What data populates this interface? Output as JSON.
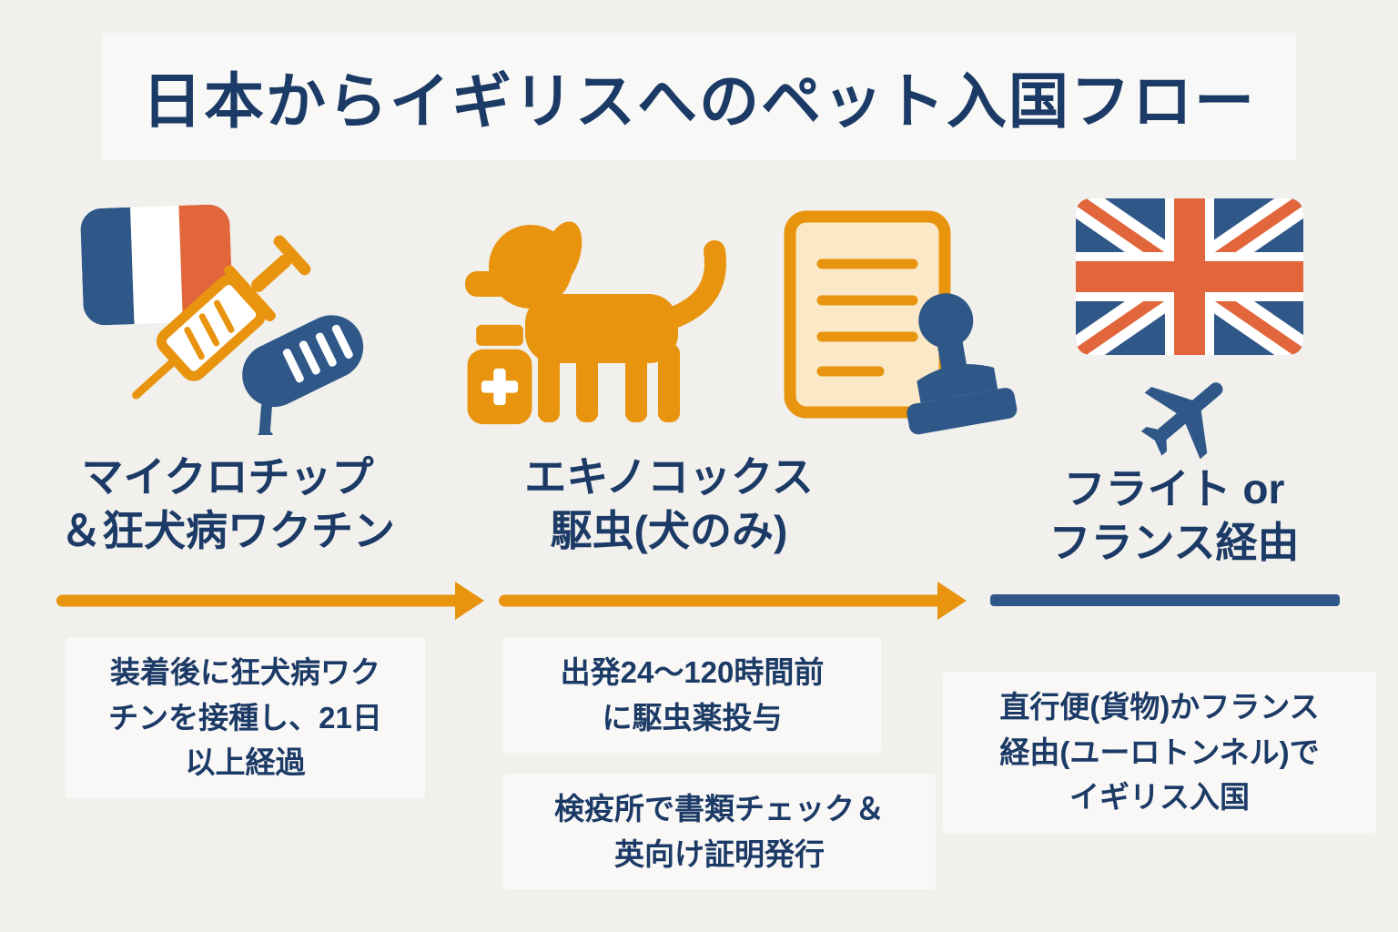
{
  "title": "日本からイギリスへのペット入国フロー",
  "colors": {
    "orange": "#E8940F",
    "navy": "#2F5788",
    "text": "#1C3A66",
    "flagred": "#E2663C",
    "docfill": "#FAE8C6",
    "bg": "#F1F0EC",
    "box": "rgba(255,255,255,0.55)"
  },
  "steps": [
    {
      "label": "マイクロチップ\n＆狂犬病ワクチン",
      "icons": [
        "france-flag-icon",
        "syringe-icon",
        "microchip-icon"
      ],
      "note": "装着後に狂犬病ワク\nチンを接種し、21日\n以上経過"
    },
    {
      "label": "エキノコックス\n駆虫(犬のみ)",
      "icons": [
        "medicine-bottle-icon",
        "dog-icon",
        "document-icon",
        "stamp-icon"
      ],
      "note": "出発24〜120時間前\nに駆虫薬投与",
      "note2": "検疫所で書類チェック＆\n英向け証明発行"
    },
    {
      "label": "フライト or\nフランス経由",
      "icons": [
        "uk-flag-icon",
        "airplane-icon"
      ],
      "note": "直行便(貨物)かフランス\n経由(ユーロトンネル)で\nイギリス入国"
    }
  ]
}
